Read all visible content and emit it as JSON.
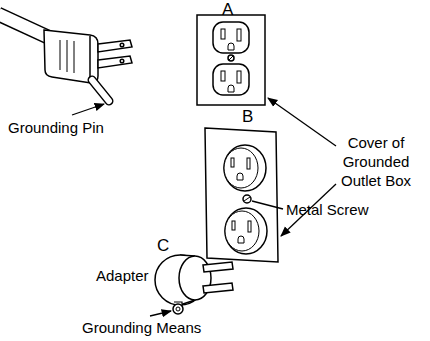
{
  "diagram": {
    "labels": [
      "A",
      "B",
      "C",
      "Grounding Pin",
      "Cover of Grounded Outlet Box",
      "Metal Screw",
      "Adapter",
      "Grounding Means"
    ]
  }
}
